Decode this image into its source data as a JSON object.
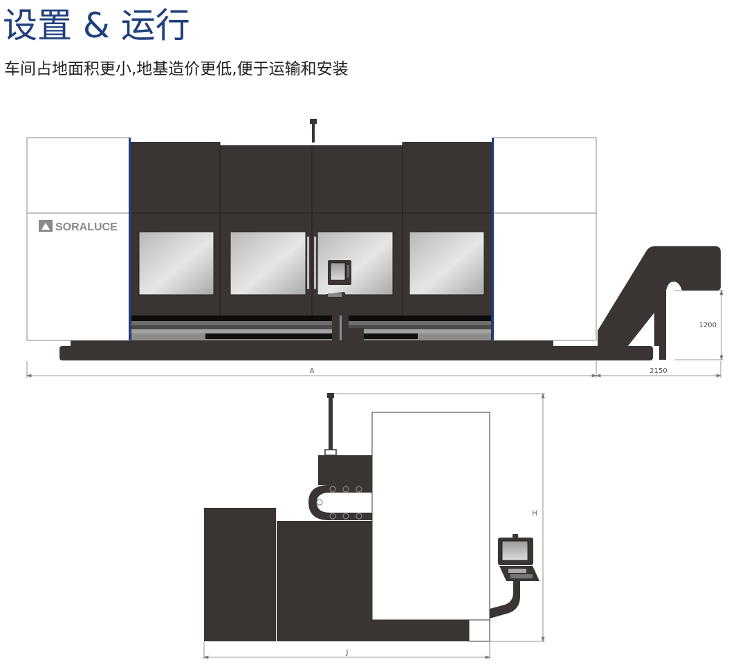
{
  "header": {
    "title": "设置 & 运行",
    "subtitle": "车间占地面积更小,地基造价更低,便于运输和安装"
  },
  "front_view": {
    "brand": "SORALUCE",
    "dim_width": "A",
    "dim_chip_conveyor": "2150",
    "dim_conveyor_height": "1200"
  },
  "side_view": {
    "dim_height": "H",
    "dim_depth": "J"
  },
  "colors": {
    "title": "#1f3f7c",
    "machine_dark": "#3a3433",
    "accent_blue": "#1f3f8c",
    "window_glass": "#c4c4c4"
  }
}
